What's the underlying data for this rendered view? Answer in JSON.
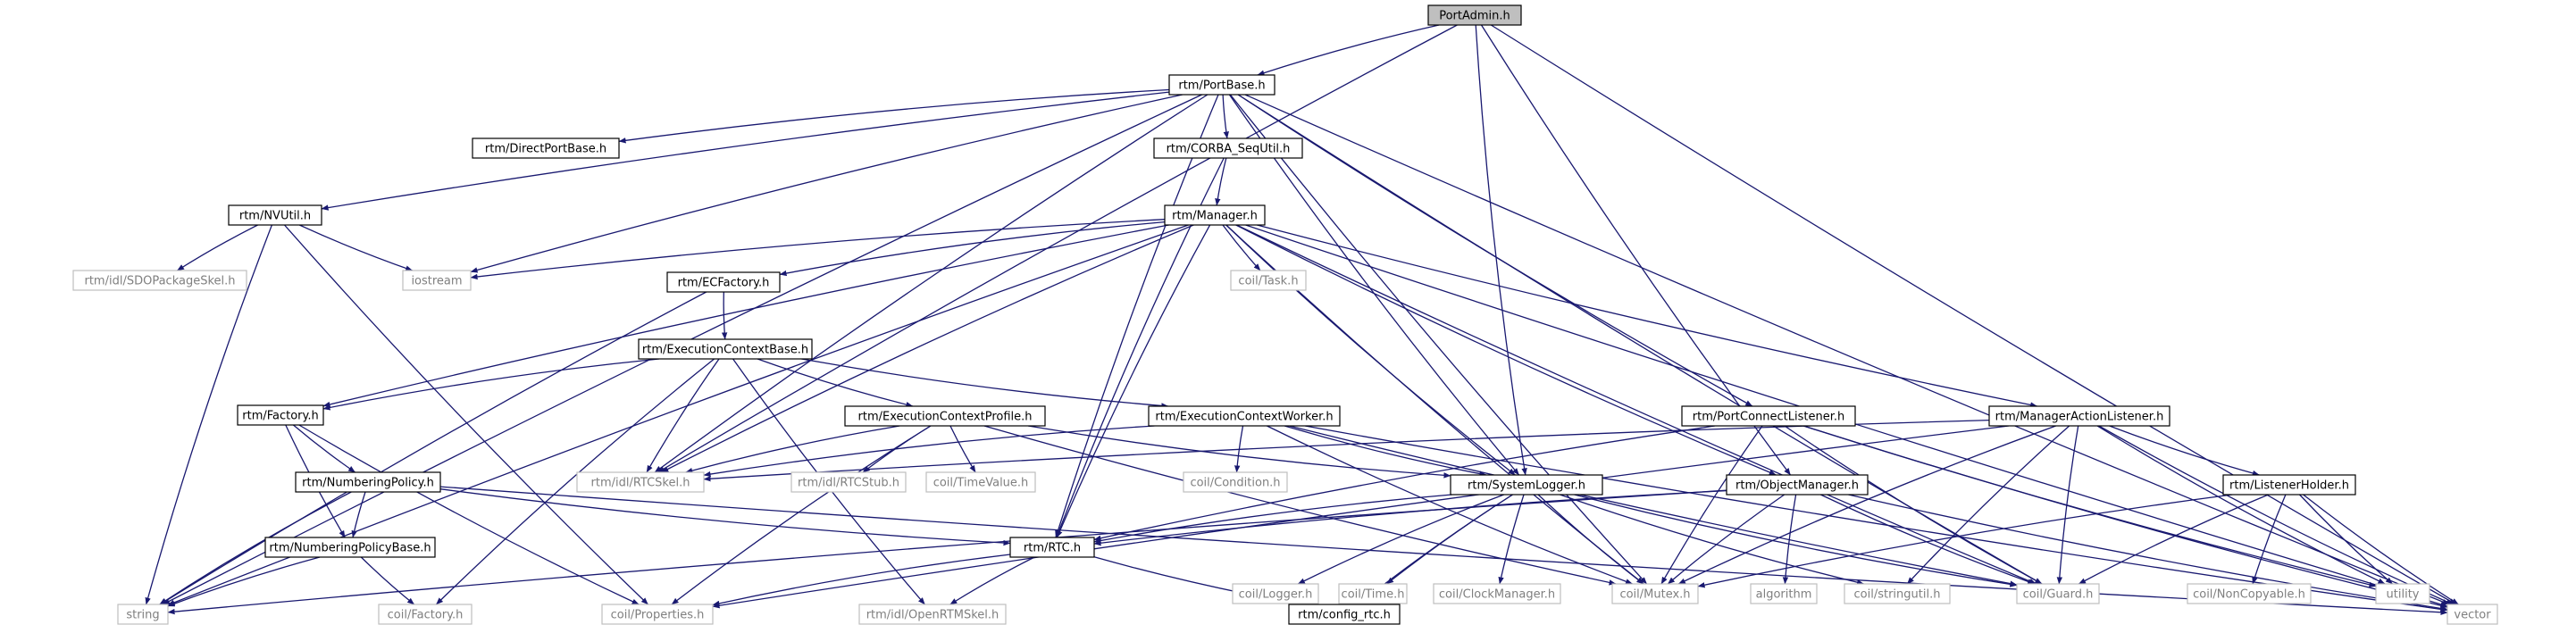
{
  "colors": {
    "edge": "#191970",
    "root_fill": "#bfbfbf",
    "node_stroke": "#000000",
    "external_stroke": "#bfbfbf",
    "external_text": "#7f7f7f",
    "text": "#000000"
  },
  "graph": {
    "nodes": [
      {
        "id": "PortAdmin",
        "label": "PortAdmin.h",
        "kind": "root"
      },
      {
        "id": "PortBase",
        "label": "rtm/PortBase.h",
        "kind": "internal"
      },
      {
        "id": "DirectPortBase",
        "label": "rtm/DirectPortBase.h",
        "kind": "internal"
      },
      {
        "id": "CORBA_SeqUtil",
        "label": "rtm/CORBA_SeqUtil.h",
        "kind": "internal"
      },
      {
        "id": "NVUtil",
        "label": "rtm/NVUtil.h",
        "kind": "internal"
      },
      {
        "id": "Manager",
        "label": "rtm/Manager.h",
        "kind": "internal"
      },
      {
        "id": "SDOPackageSkel",
        "label": "rtm/idl/SDOPackageSkel.h",
        "kind": "external"
      },
      {
        "id": "iostream",
        "label": "iostream",
        "kind": "external"
      },
      {
        "id": "ECFactory",
        "label": "rtm/ECFactory.h",
        "kind": "internal"
      },
      {
        "id": "Task",
        "label": "coil/Task.h",
        "kind": "external"
      },
      {
        "id": "ExecutionContextBase",
        "label": "rtm/ExecutionContextBase.h",
        "kind": "internal"
      },
      {
        "id": "Factory",
        "label": "rtm/Factory.h",
        "kind": "internal"
      },
      {
        "id": "ExecutionContextProfile",
        "label": "rtm/ExecutionContextProfile.h",
        "kind": "internal"
      },
      {
        "id": "ExecutionContextWorker",
        "label": "rtm/ExecutionContextWorker.h",
        "kind": "internal"
      },
      {
        "id": "PortConnectListener",
        "label": "rtm/PortConnectListener.h",
        "kind": "internal"
      },
      {
        "id": "ManagerActionListener",
        "label": "rtm/ManagerActionListener.h",
        "kind": "internal"
      },
      {
        "id": "RTCSkel",
        "label": "rtm/idl/RTCSkel.h",
        "kind": "external"
      },
      {
        "id": "RTCStub",
        "label": "rtm/idl/RTCStub.h",
        "kind": "external"
      },
      {
        "id": "TimeValue",
        "label": "coil/TimeValue.h",
        "kind": "external"
      },
      {
        "id": "Condition",
        "label": "coil/Condition.h",
        "kind": "external"
      },
      {
        "id": "NumberingPolicy",
        "label": "rtm/NumberingPolicy.h",
        "kind": "internal"
      },
      {
        "id": "SystemLogger",
        "label": "rtm/SystemLogger.h",
        "kind": "internal"
      },
      {
        "id": "ObjectManager",
        "label": "rtm/ObjectManager.h",
        "kind": "internal"
      },
      {
        "id": "ListenerHolder",
        "label": "rtm/ListenerHolder.h",
        "kind": "internal"
      },
      {
        "id": "NumberingPolicyBase",
        "label": "rtm/NumberingPolicyBase.h",
        "kind": "internal"
      },
      {
        "id": "RTC",
        "label": "rtm/RTC.h",
        "kind": "internal"
      },
      {
        "id": "Logger",
        "label": "coil/Logger.h",
        "kind": "external"
      },
      {
        "id": "Time",
        "label": "coil/Time.h",
        "kind": "external"
      },
      {
        "id": "ClockManager",
        "label": "coil/ClockManager.h",
        "kind": "external"
      },
      {
        "id": "Mutex",
        "label": "coil/Mutex.h",
        "kind": "external"
      },
      {
        "id": "algorithm",
        "label": "algorithm",
        "kind": "external"
      },
      {
        "id": "stringutil",
        "label": "coil/stringutil.h",
        "kind": "external"
      },
      {
        "id": "Guard",
        "label": "coil/Guard.h",
        "kind": "external"
      },
      {
        "id": "NonCopyable",
        "label": "coil/NonCopyable.h",
        "kind": "external"
      },
      {
        "id": "utility",
        "label": "utility",
        "kind": "external"
      },
      {
        "id": "string",
        "label": "string",
        "kind": "external"
      },
      {
        "id": "coilFactory",
        "label": "coil/Factory.h",
        "kind": "external"
      },
      {
        "id": "Properties",
        "label": "coil/Properties.h",
        "kind": "external"
      },
      {
        "id": "OpenRTMSkel",
        "label": "rtm/idl/OpenRTMSkel.h",
        "kind": "external"
      },
      {
        "id": "config_rtc",
        "label": "rtm/config_rtc.h",
        "kind": "internal"
      },
      {
        "id": "vector",
        "label": "vector",
        "kind": "external"
      }
    ],
    "edges": [
      [
        "PortAdmin",
        "PortBase"
      ],
      [
        "PortAdmin",
        "RTCSkel"
      ],
      [
        "PortAdmin",
        "SystemLogger"
      ],
      [
        "PortAdmin",
        "ObjectManager"
      ],
      [
        "PortAdmin",
        "vector"
      ],
      [
        "PortBase",
        "DirectPortBase"
      ],
      [
        "PortBase",
        "CORBA_SeqUtil"
      ],
      [
        "PortBase",
        "NVUtil"
      ],
      [
        "PortBase",
        "iostream"
      ],
      [
        "PortBase",
        "string"
      ],
      [
        "PortBase",
        "RTCSkel"
      ],
      [
        "PortBase",
        "RTC"
      ],
      [
        "PortBase",
        "SystemLogger"
      ],
      [
        "PortBase",
        "Mutex"
      ],
      [
        "PortBase",
        "PortConnectListener"
      ],
      [
        "PortBase",
        "Guard"
      ],
      [
        "PortBase",
        "vector"
      ],
      [
        "CORBA_SeqUtil",
        "Manager"
      ],
      [
        "CORBA_SeqUtil",
        "RTC"
      ],
      [
        "NVUtil",
        "SDOPackageSkel"
      ],
      [
        "NVUtil",
        "iostream"
      ],
      [
        "NVUtil",
        "string"
      ],
      [
        "NVUtil",
        "Properties"
      ],
      [
        "Manager",
        "iostream"
      ],
      [
        "Manager",
        "string"
      ],
      [
        "Manager",
        "ECFactory"
      ],
      [
        "Manager",
        "Task"
      ],
      [
        "Manager",
        "Factory"
      ],
      [
        "Manager",
        "RTCSkel"
      ],
      [
        "Manager",
        "RTC"
      ],
      [
        "Manager",
        "SystemLogger"
      ],
      [
        "Manager",
        "ObjectManager"
      ],
      [
        "Manager",
        "Mutex"
      ],
      [
        "Manager",
        "Guard"
      ],
      [
        "Manager",
        "ManagerActionListener"
      ],
      [
        "Manager",
        "vector"
      ],
      [
        "ECFactory",
        "ExecutionContextBase"
      ],
      [
        "ECFactory",
        "string"
      ],
      [
        "ExecutionContextBase",
        "Factory"
      ],
      [
        "ExecutionContextBase",
        "RTCSkel"
      ],
      [
        "ExecutionContextBase",
        "ExecutionContextProfile"
      ],
      [
        "ExecutionContextBase",
        "ExecutionContextWorker"
      ],
      [
        "ExecutionContextBase",
        "coilFactory"
      ],
      [
        "ExecutionContextBase",
        "OpenRTMSkel"
      ],
      [
        "Factory",
        "NumberingPolicy"
      ],
      [
        "Factory",
        "NumberingPolicyBase"
      ],
      [
        "Factory",
        "Properties"
      ],
      [
        "ExecutionContextProfile",
        "RTCSkel"
      ],
      [
        "ExecutionContextProfile",
        "RTCStub"
      ],
      [
        "ExecutionContextProfile",
        "TimeValue"
      ],
      [
        "ExecutionContextProfile",
        "SystemLogger"
      ],
      [
        "ExecutionContextProfile",
        "Mutex"
      ],
      [
        "ExecutionContextProfile",
        "Properties"
      ],
      [
        "ExecutionContextWorker",
        "RTCSkel"
      ],
      [
        "ExecutionContextWorker",
        "Condition"
      ],
      [
        "ExecutionContextWorker",
        "SystemLogger"
      ],
      [
        "ExecutionContextWorker",
        "Mutex"
      ],
      [
        "ExecutionContextWorker",
        "Guard"
      ],
      [
        "ExecutionContextWorker",
        "vector"
      ],
      [
        "PortConnectListener",
        "RTC"
      ],
      [
        "PortConnectListener",
        "Mutex"
      ],
      [
        "PortConnectListener",
        "Guard"
      ],
      [
        "PortConnectListener",
        "utility"
      ],
      [
        "PortConnectListener",
        "vector"
      ],
      [
        "ManagerActionListener",
        "RTCSkel"
      ],
      [
        "ManagerActionListener",
        "ListenerHolder"
      ],
      [
        "ManagerActionListener",
        "Mutex"
      ],
      [
        "ManagerActionListener",
        "stringutil"
      ],
      [
        "ManagerActionListener",
        "Guard"
      ],
      [
        "ManagerActionListener",
        "utility"
      ],
      [
        "ManagerActionListener",
        "vector"
      ],
      [
        "ManagerActionListener",
        "Properties"
      ],
      [
        "NumberingPolicy",
        "string"
      ],
      [
        "NumberingPolicy",
        "vector"
      ],
      [
        "NumberingPolicy",
        "RTC"
      ],
      [
        "NumberingPolicy",
        "NumberingPolicyBase"
      ],
      [
        "NumberingPolicyBase",
        "string"
      ],
      [
        "NumberingPolicyBase",
        "coilFactory"
      ],
      [
        "SystemLogger",
        "Logger"
      ],
      [
        "SystemLogger",
        "Time"
      ],
      [
        "SystemLogger",
        "ClockManager"
      ],
      [
        "SystemLogger",
        "Mutex"
      ],
      [
        "SystemLogger",
        "Guard"
      ],
      [
        "SystemLogger",
        "stringutil"
      ],
      [
        "SystemLogger",
        "config_rtc"
      ],
      [
        "SystemLogger",
        "RTC"
      ],
      [
        "ObjectManager",
        "RTC"
      ],
      [
        "ObjectManager",
        "Mutex"
      ],
      [
        "ObjectManager",
        "algorithm"
      ],
      [
        "ObjectManager",
        "Guard"
      ],
      [
        "ObjectManager",
        "vector"
      ],
      [
        "ObjectManager",
        "string"
      ],
      [
        "ListenerHolder",
        "Mutex"
      ],
      [
        "ListenerHolder",
        "Guard"
      ],
      [
        "ListenerHolder",
        "NonCopyable"
      ],
      [
        "ListenerHolder",
        "utility"
      ],
      [
        "ListenerHolder",
        "vector"
      ],
      [
        "RTC",
        "Properties"
      ],
      [
        "RTC",
        "OpenRTMSkel"
      ],
      [
        "RTC",
        "config_rtc"
      ]
    ]
  }
}
